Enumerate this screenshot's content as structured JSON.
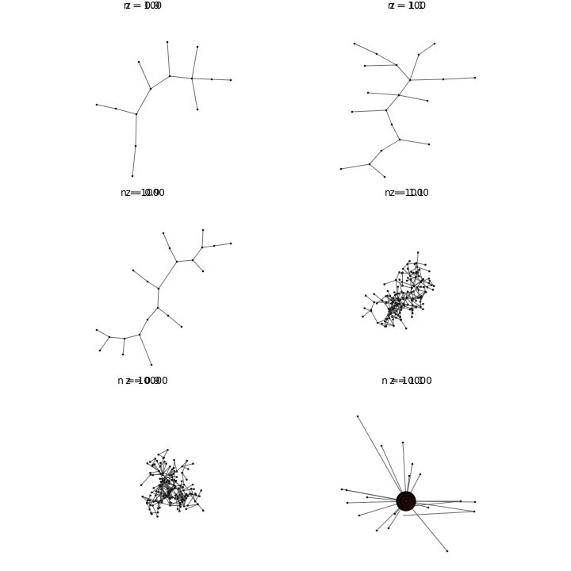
{
  "panels": [
    {
      "n_label": "n = 100",
      "z_label": "z = 0.9",
      "graph": "small_tree_a"
    },
    {
      "n_label": "n = 100",
      "z_label": "z = 1.1",
      "graph": "small_tree_b"
    },
    {
      "n_label": "n = 1000",
      "z_label": "z = 0.9",
      "graph": "small_tree_c"
    },
    {
      "n_label": "n = 1000",
      "z_label": "z = 1.1",
      "graph": "medium_tree"
    },
    {
      "n_label": "n = 10000",
      "z_label": "z = 0.9",
      "graph": "large_tree"
    },
    {
      "n_label": "n = 10000",
      "z_label": "z = 1.1",
      "graph": "hub_star"
    }
  ],
  "colors": {
    "edge": "#555555",
    "node": "#1a1a1a",
    "hub": "#3a0000"
  }
}
